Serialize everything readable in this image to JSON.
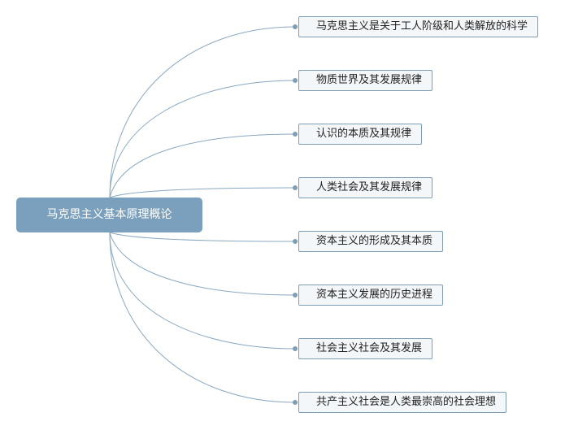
{
  "mindmap": {
    "root": {
      "label": "马克思主义基本原理概论"
    },
    "branches": [
      {
        "label": "马克思主义是关于工人阶级和人类解放的科学"
      },
      {
        "label": "物质世界及其发展规律"
      },
      {
        "label": "认识的本质及其规律"
      },
      {
        "label": "人类社会及其发展规律"
      },
      {
        "label": "资本主义的形成及其本质"
      },
      {
        "label": "资本主义发展的历史进程"
      },
      {
        "label": "社会主义社会及其发展"
      },
      {
        "label": "共产主义社会是人类最崇高的社会理想"
      }
    ],
    "colors": {
      "root_fill": "#7aa0bd",
      "connector": "#8aa8bf",
      "branch_border": "#7f9db3",
      "branch_fill": "#f4f7fa"
    }
  }
}
